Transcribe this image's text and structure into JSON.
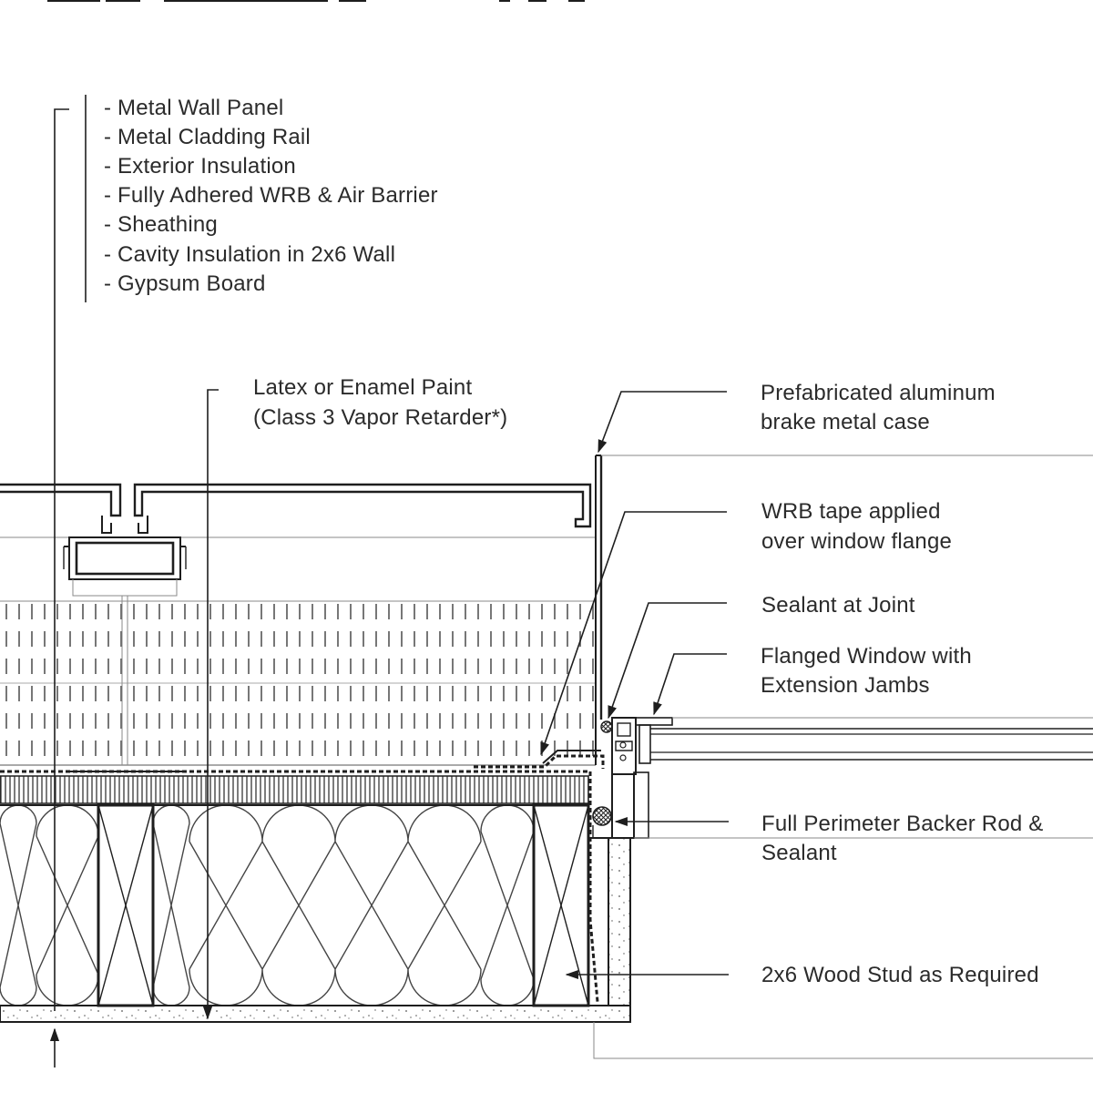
{
  "wall_assembly": {
    "layers": [
      "- Metal Wall Panel",
      "- Metal Cladding Rail",
      "- Exterior Insulation",
      "- Fully Adhered WRB & Air Barrier",
      "- Sheathing",
      "- Cavity Insulation in 2x6 Wall",
      "- Gypsum Board"
    ]
  },
  "callouts": {
    "paint": [
      "Latex or Enamel Paint",
      "(Class 3 Vapor Retarder*)"
    ],
    "brake_metal": [
      "Prefabricated aluminum",
      "brake metal case"
    ],
    "wrb_tape": [
      "WRB tape applied",
      "over window flange"
    ],
    "sealant": [
      "Sealant at Joint"
    ],
    "window": [
      "Flanged Window with",
      "Extension Jambs"
    ],
    "backer_rod": [
      "Full Perimeter Backer Rod &",
      "Sealant"
    ],
    "stud": [
      "2x6 Wood Stud as Required"
    ]
  },
  "colors": {
    "ink": "#1e1e1e",
    "text": "#2b2b2b",
    "thin": "#8a8a8a",
    "paper": "#ffffff"
  }
}
